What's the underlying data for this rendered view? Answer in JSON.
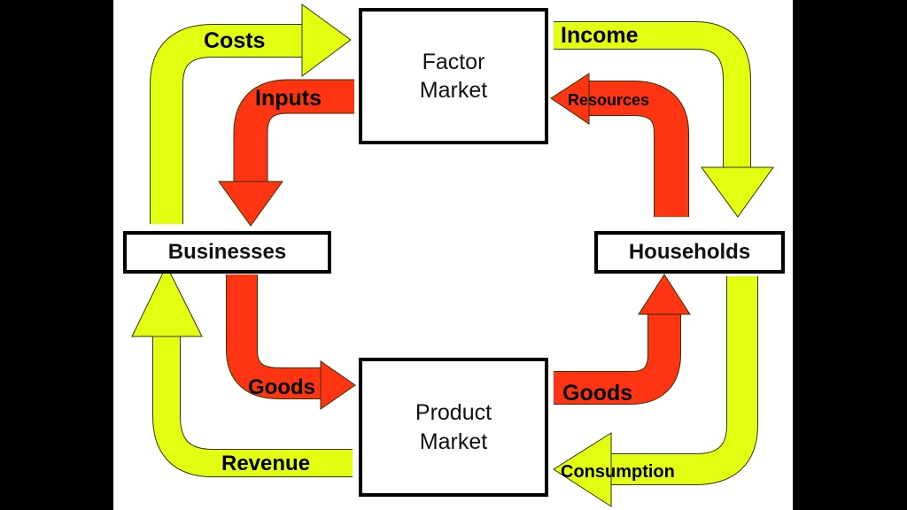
{
  "colors": {
    "money_flow": "#e2ff12",
    "goods_flow": "#ff3413",
    "outline": "#333300"
  },
  "nodes": {
    "factor_market": "Factor Market",
    "product_market": "Product Market",
    "businesses": "Businesses",
    "households": "Households"
  },
  "flows": {
    "costs": "Costs",
    "inputs": "Inputs",
    "income": "Income",
    "resources": "Resources",
    "goods_left": "Goods",
    "goods_right": "Goods",
    "consumption": "Consumption",
    "revenue": "Revenue"
  }
}
